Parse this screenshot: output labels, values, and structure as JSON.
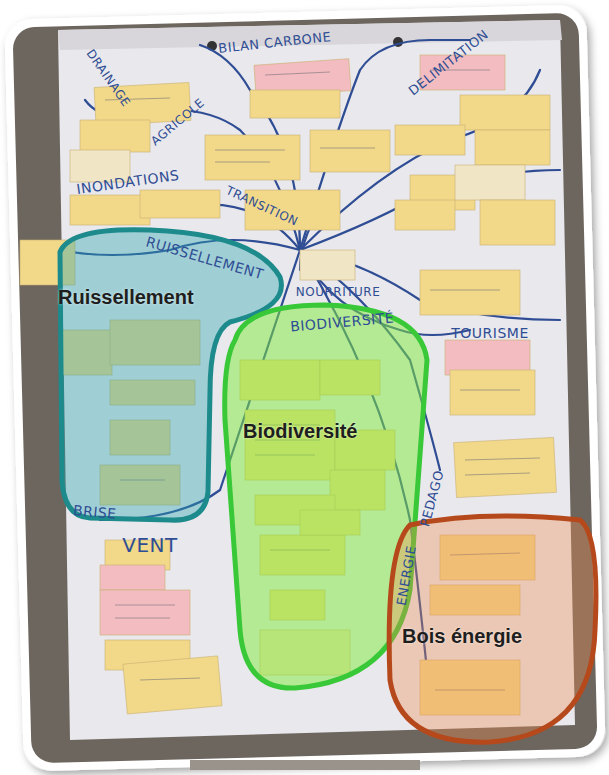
{
  "diagram": {
    "nodes": [
      {
        "text": [
          "Ruissellement"
        ]
      },
      {
        "text": [
          "Biodiversité"
        ]
      },
      {
        "text": [
          "Bois énergie"
        ]
      }
    ],
    "labels": [
      "BILAN CARBONE",
      "DELIMITATION",
      "DRAINAGE",
      "AGRICOLE",
      "INONDATIONS",
      "TRANSITION",
      "RUISSELLEMENT",
      "BIODIVERSITÉ",
      "NOURRITURE",
      "TOURISME",
      "PEDAGO",
      "ENERGIE",
      "BRISE",
      "VENT"
    ]
  }
}
